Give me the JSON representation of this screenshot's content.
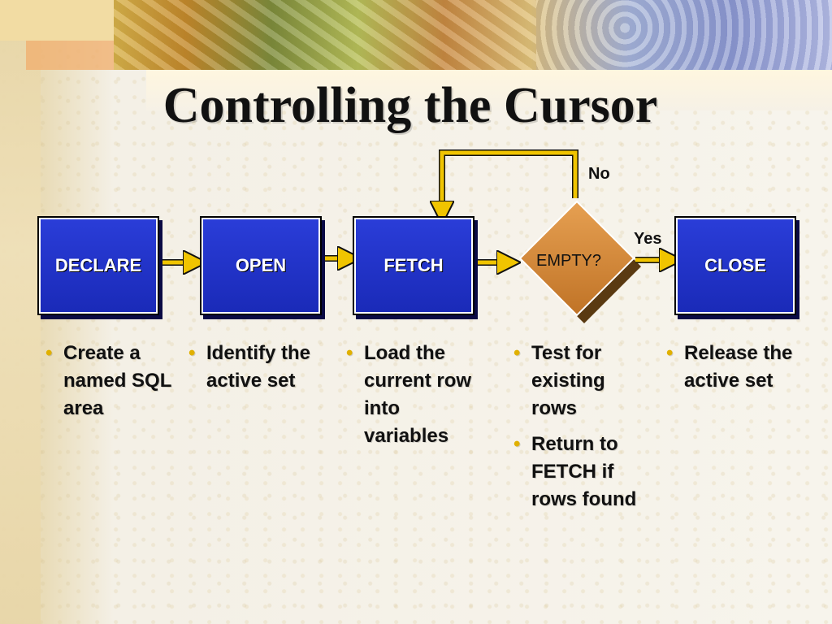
{
  "title": "Controlling the Cursor",
  "nodes": {
    "declare": "DECLARE",
    "open": "OPEN",
    "fetch": "FETCH",
    "empty": "EMPTY?",
    "close": "CLOSE"
  },
  "edge_labels": {
    "no": "No",
    "yes": "Yes"
  },
  "descriptions": {
    "declare": [
      "Create a named SQL area"
    ],
    "open": [
      "Identify the active set"
    ],
    "fetch": [
      "Load the current row into variables"
    ],
    "empty": [
      "Test for existing rows",
      "Return to FETCH if rows found"
    ],
    "close": [
      "Release the active set"
    ]
  },
  "colors": {
    "box": "#1f33c8",
    "diamond": "#d88a3a",
    "arrow": "#f0c400",
    "bullet": "#e0b000"
  }
}
